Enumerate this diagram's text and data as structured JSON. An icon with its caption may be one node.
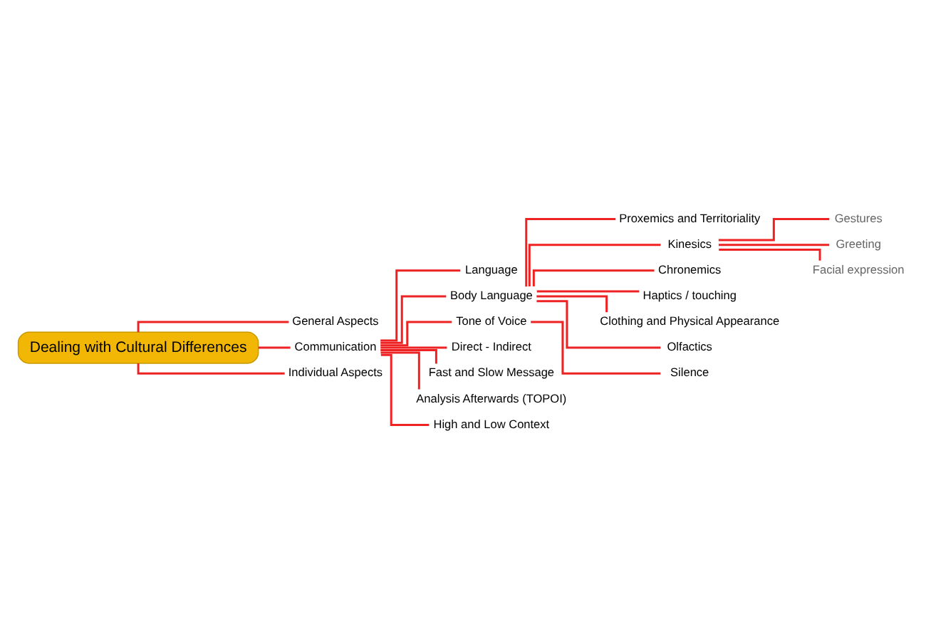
{
  "diagram": {
    "nodes": [
      {
        "text": [
          "Dealing with Cultural Differences"
        ]
      },
      {
        "text": [
          "General Aspects"
        ]
      },
      {
        "text": [
          "Communication"
        ]
      },
      {
        "text": [
          "Language"
        ]
      },
      {
        "text": [
          "Body Language"
        ]
      },
      {
        "text": [
          "Proxemics and Territoriality"
        ]
      },
      {
        "text": [
          "Kinesics"
        ]
      },
      {
        "text": [
          "Gestures"
        ]
      },
      {
        "text": [
          "Greeting"
        ]
      },
      {
        "text": [
          "Facial expression"
        ]
      },
      {
        "text": [
          "Chronemics"
        ]
      },
      {
        "text": [
          "Haptics / touching"
        ]
      },
      {
        "text": [
          "Clothing and Physical Appearance"
        ]
      },
      {
        "text": [
          "Olfactics"
        ]
      },
      {
        "text": [
          "Tone of Voice"
        ]
      },
      {
        "text": [
          "Silence"
        ]
      },
      {
        "text": [
          "Direct - Indirect"
        ]
      },
      {
        "text": [
          "Fast and Slow Message"
        ]
      },
      {
        "text": [
          "Analysis Afterwards (TOPOI)"
        ]
      },
      {
        "text": [
          "High and Low Context"
        ]
      },
      {
        "text": [
          "Individual Aspects"
        ]
      }
    ],
    "edges": [
      {
        "from": 0,
        "to": 1,
        "arrow": "none"
      },
      {
        "from": 0,
        "to": 2,
        "arrow": "none"
      },
      {
        "from": 0,
        "to": 20,
        "arrow": "none"
      },
      {
        "from": 2,
        "to": 3,
        "arrow": "none"
      },
      {
        "from": 2,
        "to": 4,
        "arrow": "none"
      },
      {
        "from": 4,
        "to": 5,
        "arrow": "none"
      },
      {
        "from": 4,
        "to": 6,
        "arrow": "none"
      },
      {
        "from": 6,
        "to": 7,
        "arrow": "none"
      },
      {
        "from": 6,
        "to": 8,
        "arrow": "none"
      },
      {
        "from": 6,
        "to": 9,
        "arrow": "none"
      },
      {
        "from": 4,
        "to": 10,
        "arrow": "none"
      },
      {
        "from": 4,
        "to": 11,
        "arrow": "none"
      },
      {
        "from": 4,
        "to": 12,
        "arrow": "none"
      },
      {
        "from": 4,
        "to": 13,
        "arrow": "none"
      },
      {
        "from": 2,
        "to": 14,
        "arrow": "none"
      },
      {
        "from": 14,
        "to": 15,
        "arrow": "none"
      },
      {
        "from": 2,
        "to": 16,
        "arrow": "none"
      },
      {
        "from": 2,
        "to": 17,
        "arrow": "none"
      },
      {
        "from": 2,
        "to": 18,
        "arrow": "none"
      },
      {
        "from": 2,
        "to": 19,
        "arrow": "none"
      }
    ]
  }
}
